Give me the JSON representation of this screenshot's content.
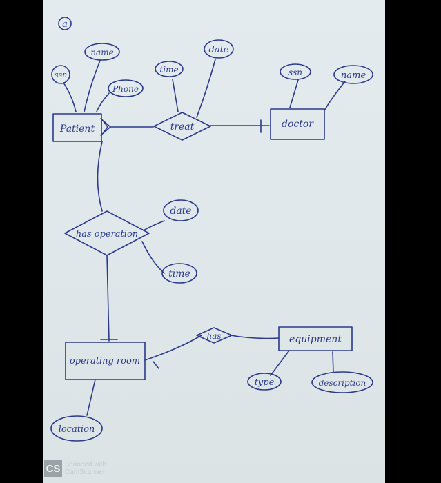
{
  "corner_mark": "a",
  "entities": {
    "patient": "Patient",
    "doctor": "doctor",
    "operating_room": "operating room",
    "equipment": "equipment"
  },
  "relationships": {
    "treat": "treat",
    "has_operation": "has operation",
    "has": "has"
  },
  "attributes": {
    "patient_ssn": "ssn",
    "patient_name": "name",
    "patient_phone": "Phone",
    "treat_time": "time",
    "treat_date": "date",
    "doctor_ssn": "ssn",
    "doctor_name": "name",
    "op_date": "date",
    "op_time": "time",
    "room_location": "location",
    "equip_type": "type",
    "equip_description": "description"
  },
  "watermark": {
    "logo": "CS",
    "line1": "Scanned with",
    "line2": "CamScanner"
  }
}
